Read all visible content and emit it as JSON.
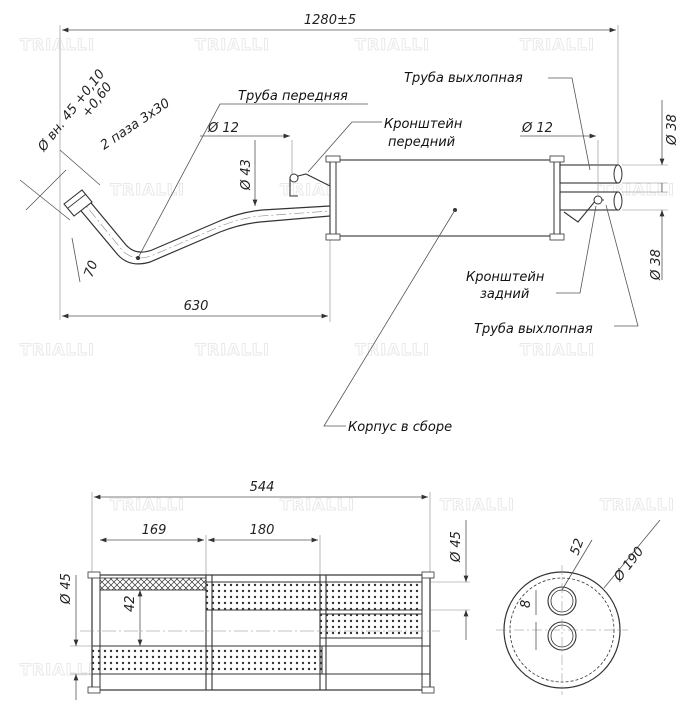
{
  "watermark": "TRIALLI",
  "top_view": {
    "dimensions": {
      "overall_length": "1280±5",
      "length_630": "630",
      "front_pipe_dia": "Ø 12",
      "rear_pipe_dia": "Ø 12",
      "dia_43": "Ø 43",
      "dia_38_top": "Ø 38",
      "dia_38_bottom": "Ø 38",
      "dim_70": "70",
      "inner_dia": "Ø вн. 45 +0,10",
      "tol_upper": "+0,60",
      "slots": "2 паза 3x30"
    },
    "labels": {
      "front_pipe": "Труба передняя",
      "exhaust_pipe_top": "Труба выхлопная",
      "front_bracket_line1": "Кронштейн",
      "front_bracket_line2": "передний",
      "rear_bracket_line1": "Кронштейн",
      "rear_bracket_line2": "задний",
      "exhaust_pipe_bottom": "Труба выхлопная",
      "assembly_body": "Корпус в сборе"
    }
  },
  "section_view": {
    "dimensions": {
      "length_544": "544",
      "length_169": "169",
      "length_180": "180",
      "dia_45_right": "Ø 45",
      "dia_45_left": "Ø 45",
      "dim_42": "42",
      "dim_52": "52",
      "dia_190": "Ø 190",
      "dim_8": "8"
    }
  }
}
